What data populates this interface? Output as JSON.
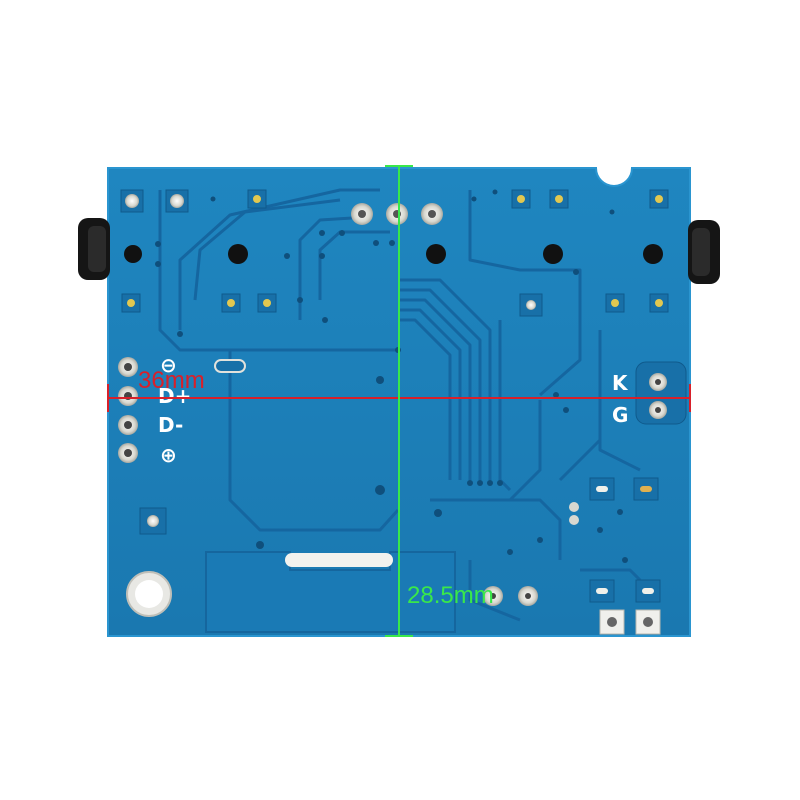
{
  "image": {
    "subject": "pcb-module-back-side",
    "colors": {
      "background": "#ffffff",
      "board": "#1b7fb8",
      "board_edge": "#1f8cc8",
      "trace": "#1569a0",
      "pad": "#e6e6e0",
      "jack": "#1a1a1a",
      "silkscreen": "#ffffff",
      "width_line": "#d8202a",
      "height_line": "#39e84a"
    }
  },
  "silkscreen": {
    "k_label": "K",
    "g_label": "G",
    "d_plus_label": "D+",
    "d_minus_label": "D-",
    "minus_symbol": "⊖",
    "plus_symbol": "⊕"
  },
  "dimensions": {
    "width_label": "36mm",
    "height_label": "28.5mm"
  }
}
